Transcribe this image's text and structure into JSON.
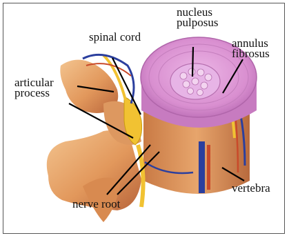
{
  "labels": {
    "nucleus_pulposus": [
      "nucleus",
      "pulposus"
    ],
    "spinal_cord": "spinal cord",
    "annulus_fibrosus": [
      "annulus",
      "fibrosus"
    ],
    "articular_process": [
      "articular",
      "process"
    ],
    "vertebra": "vertebra",
    "nerve_root": "nerve root"
  },
  "colors": {
    "disc": "#d98fd0",
    "nucleus": "#e7b4e6",
    "bone": "#e2985c",
    "nerve": "#f1c232",
    "vessel_blue": "#2b3f9e",
    "vessel_red": "#c94a2a"
  }
}
